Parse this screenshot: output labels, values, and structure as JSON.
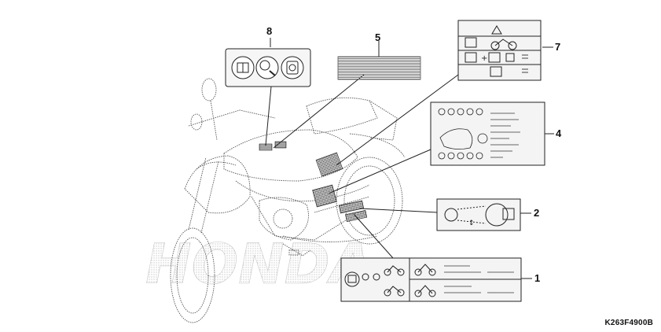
{
  "callouts": {
    "c1": "1",
    "c2": "2",
    "c4": "4",
    "c5": "5",
    "c7": "7",
    "c8": "8"
  },
  "part_code": "K263F4900B",
  "watermark": "HONDA",
  "icons": {
    "warning": "warning-triangle-icon",
    "manual": "owners-manual-icon",
    "helmet": "helmet-icon",
    "motorcycle": "motorcycle-icon",
    "tire": "tire-icon"
  },
  "colors": {
    "line": "#222222",
    "label_fill": "#f4f4f4",
    "dots": "#b0b0b0"
  }
}
